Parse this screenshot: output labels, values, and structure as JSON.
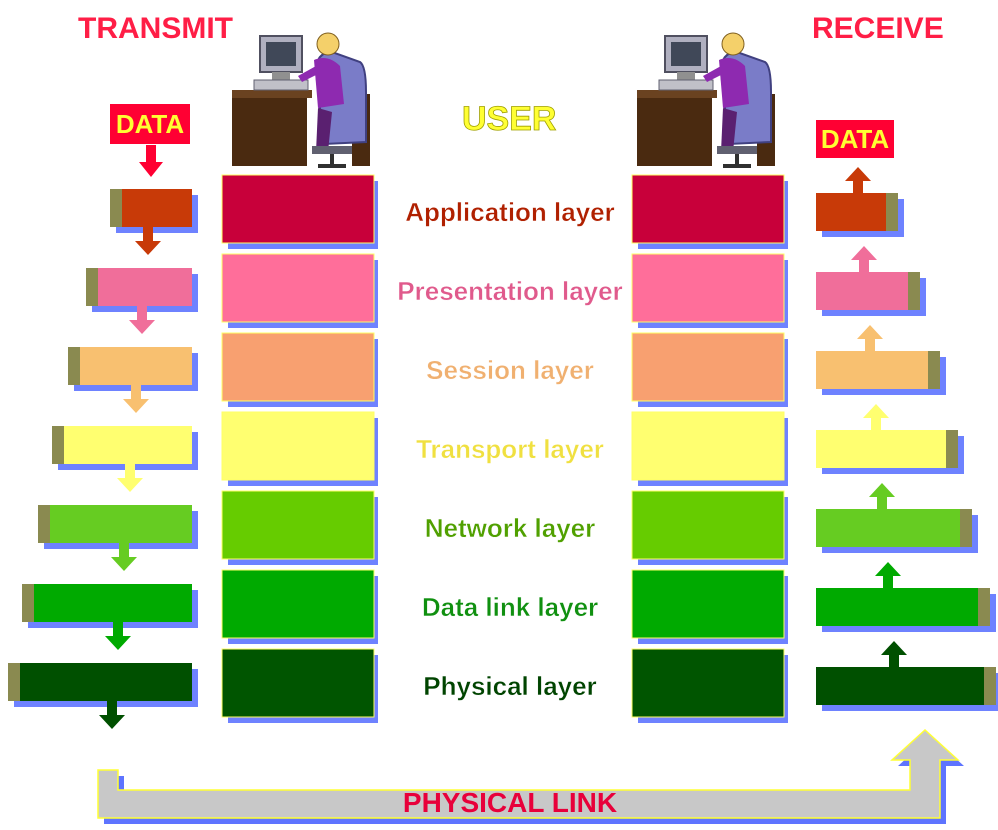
{
  "header": {
    "transmit": "TRANSMIT",
    "receive": "RECEIVE",
    "user": "USER",
    "data_left": "DATA",
    "data_right": "DATA"
  },
  "icons": {
    "left_user": "computer-user-icon",
    "right_user": "computer-user-icon"
  },
  "layers": [
    {
      "name": "Application layer",
      "color": "#C8003A",
      "label_color": "#B02000",
      "arrow_color": "#C83A08"
    },
    {
      "name": "Presentation layer",
      "color": "#FF6E9A",
      "label_color": "#E05A8C",
      "arrow_color": "#F06E9A"
    },
    {
      "name": "Session layer",
      "color": "#F8A070",
      "label_color": "#F0B070",
      "arrow_color": "#F8C070"
    },
    {
      "name": "Transport layer",
      "color": "#FFFF70",
      "label_color": "#F0E040",
      "arrow_color": "#FFFF70"
    },
    {
      "name": "Network layer",
      "color": "#66CC00",
      "label_color": "#50A000",
      "arrow_color": "#66CC22"
    },
    {
      "name": "Data link layer",
      "color": "#00AA00",
      "label_color": "#109010",
      "arrow_color": "#00AA00"
    },
    {
      "name": "Physical layer",
      "color": "#005500",
      "label_color": "#004400",
      "arrow_color": "#005000"
    }
  ],
  "physical_link": {
    "label": "PHYSICAL LINK",
    "label_color": "#E8003A",
    "fill": "#C8C8C8"
  },
  "colors": {
    "header_red": "#FF1E46",
    "user_yellow": "#FFFF33",
    "data_box_bg": "#FF0033",
    "data_box_text": "#FFFF33",
    "stub_olive": "#8A8A50",
    "shadow_blue": "#6E82FF"
  }
}
